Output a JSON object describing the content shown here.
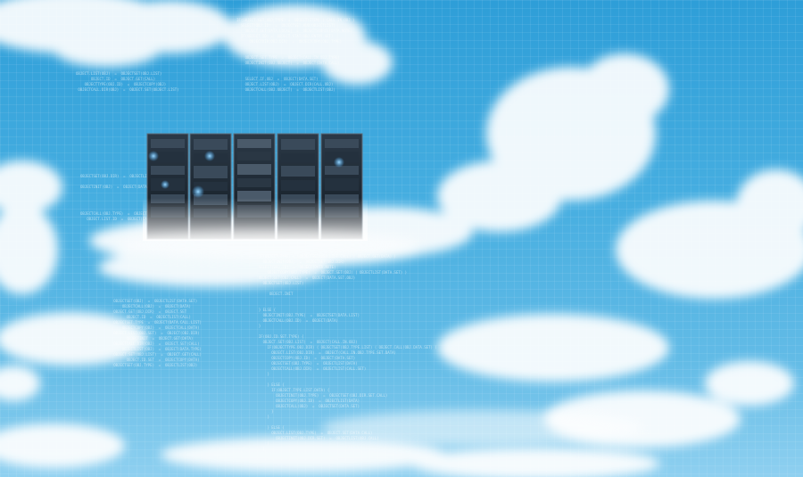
{
  "scene": {
    "subject": "server racks floating on clouds",
    "elements": [
      "sky",
      "clouds",
      "server-racks",
      "code-overlay"
    ],
    "colors": {
      "sky_top": "#2e9ed8",
      "sky_bottom": "#8fd0f0",
      "cloud": "#ffffff",
      "rack_body": "#1b2733",
      "rack_light": "#4fb3ff"
    },
    "server_racks_count": 5
  }
}
